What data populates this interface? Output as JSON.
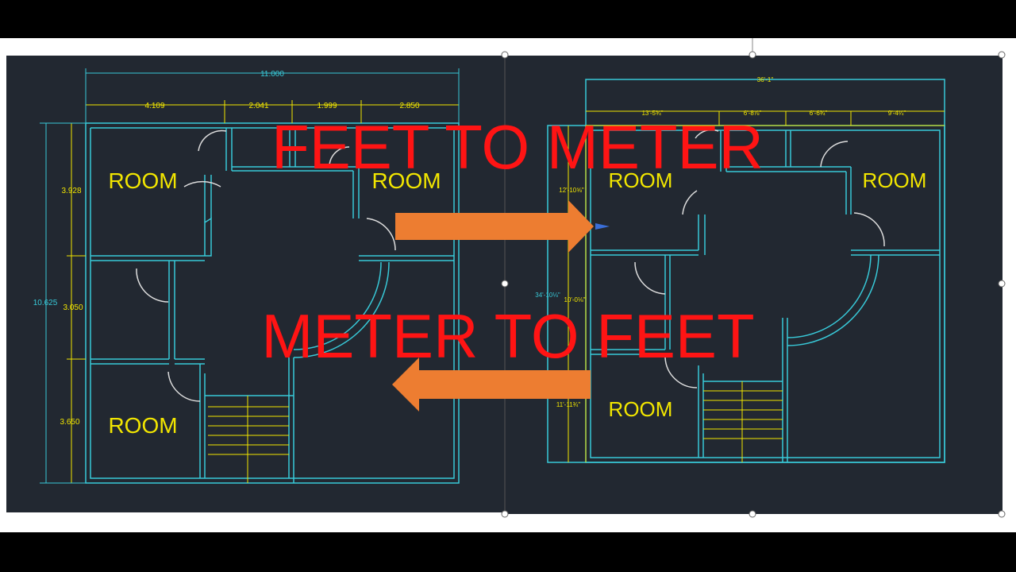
{
  "overlay": {
    "line1": "FEET  TO METER",
    "line2": "METER  TO FEET"
  },
  "left_plan": {
    "room_labels": [
      "ROOM",
      "ROOM",
      "ROOM"
    ],
    "dims": {
      "overall_width": "11.000",
      "seg1": "4.109",
      "seg2": "2.041",
      "seg3": "1.999",
      "seg4": "2.850",
      "overall_height": "10.625",
      "h1": "3.928",
      "h2": "3.050",
      "h3": "3.650"
    }
  },
  "right_plan": {
    "room_labels": [
      "ROOM",
      "ROOM",
      "ROOM"
    ],
    "dims": {
      "overall_width": "36'-1\"",
      "seg1": "13'-5¾\"",
      "seg2": "6'-8⅞\"",
      "seg3": "6'-6¾\"",
      "seg4": "9'-4¼\"",
      "h1": "12'-10⅝\"",
      "h_total": "34'-10⅛\"",
      "h2": "10'-0⅛\"",
      "h3": "11'-11¾\""
    }
  },
  "colors": {
    "canvas": "#222831",
    "wall": "#38c9d8",
    "dim": "#f2e600",
    "text_overlay": "#ff1414",
    "arrow": "#ed7d31"
  }
}
